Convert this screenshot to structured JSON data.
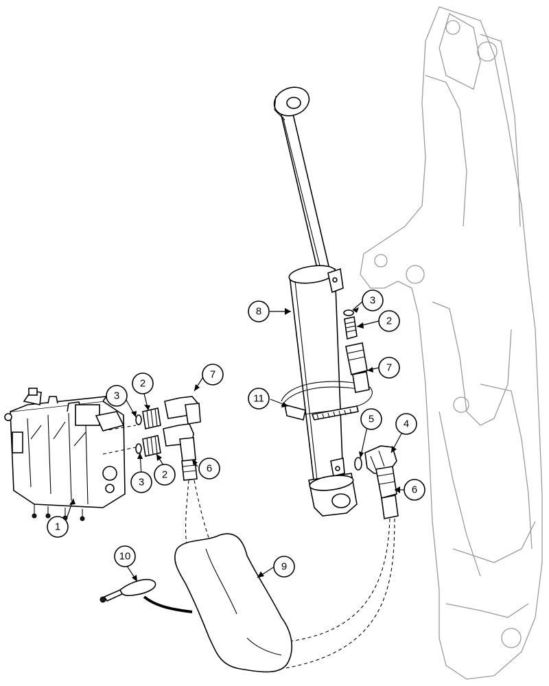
{
  "diagram": {
    "callouts": [
      {
        "id": "c1a",
        "label": "1"
      },
      {
        "id": "c2a",
        "label": "2"
      },
      {
        "id": "c2b",
        "label": "2"
      },
      {
        "id": "c2c",
        "label": "2"
      },
      {
        "id": "c3a",
        "label": "3"
      },
      {
        "id": "c3b",
        "label": "3"
      },
      {
        "id": "c3c",
        "label": "3"
      },
      {
        "id": "c4",
        "label": "4"
      },
      {
        "id": "c5",
        "label": "5"
      },
      {
        "id": "c6a",
        "label": "6"
      },
      {
        "id": "c6b",
        "label": "6"
      },
      {
        "id": "c7a",
        "label": "7"
      },
      {
        "id": "c7b",
        "label": "7"
      },
      {
        "id": "c8",
        "label": "8"
      },
      {
        "id": "c9",
        "label": "9"
      },
      {
        "id": "c10",
        "label": "10"
      },
      {
        "id": "c11",
        "label": "11"
      }
    ]
  }
}
